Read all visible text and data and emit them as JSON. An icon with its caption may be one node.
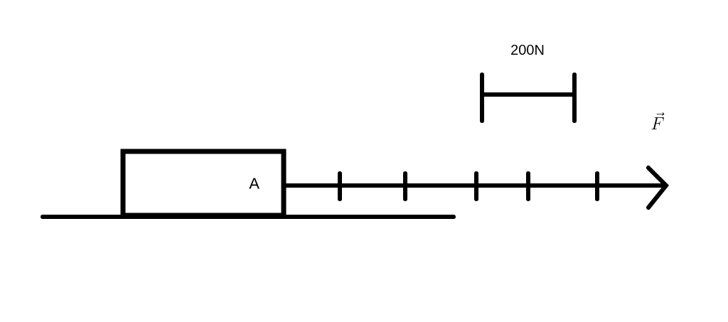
{
  "diagram": {
    "nodes": [
      {
        "text": [
          "A"
        ]
      }
    ],
    "labels": [
      "200N",
      "\\vec{F}"
    ]
  }
}
